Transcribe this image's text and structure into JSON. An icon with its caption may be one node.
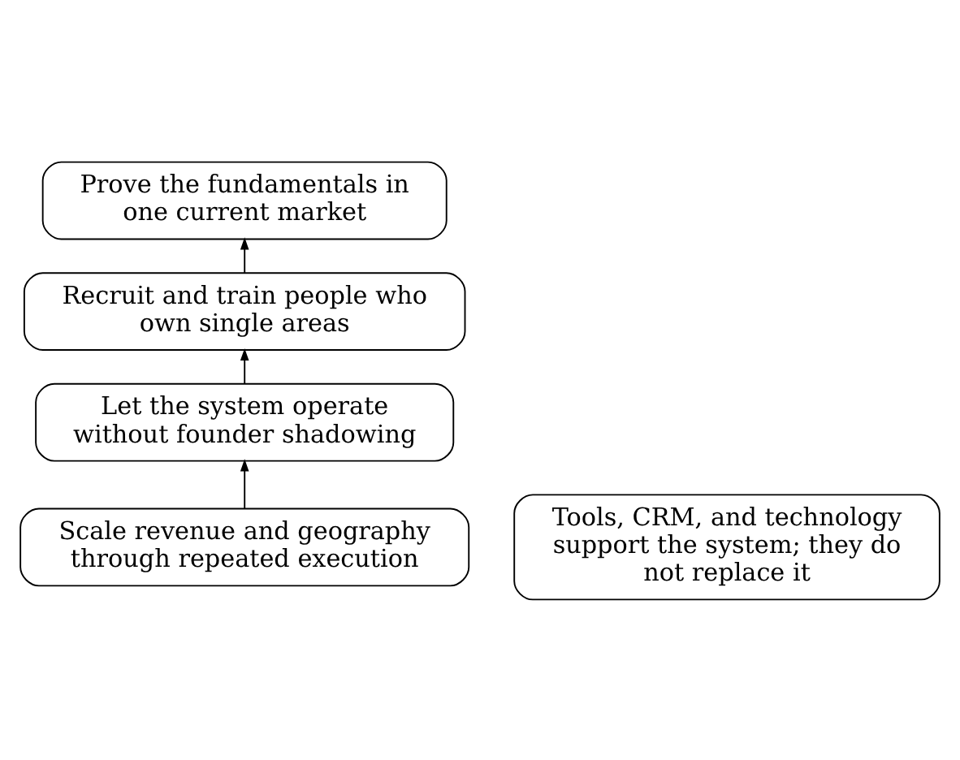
{
  "diagram": {
    "nodes": [
      {
        "text": [
          "Prove the fundamentals in one current market"
        ]
      },
      {
        "text": [
          "Recruit and train people who own single areas"
        ]
      },
      {
        "text": [
          "Let the system operate without founder shadowing"
        ]
      },
      {
        "text": [
          "Scale revenue and geography through repeated execution"
        ]
      },
      {
        "text": [
          "Tools, CRM, and technology support the system; they do not replace it"
        ]
      }
    ],
    "edges": [
      {
        "from": 3,
        "to": 2,
        "arrow": "to"
      },
      {
        "from": 2,
        "to": 1,
        "arrow": "to"
      },
      {
        "from": 1,
        "to": 0,
        "arrow": "to"
      }
    ]
  }
}
